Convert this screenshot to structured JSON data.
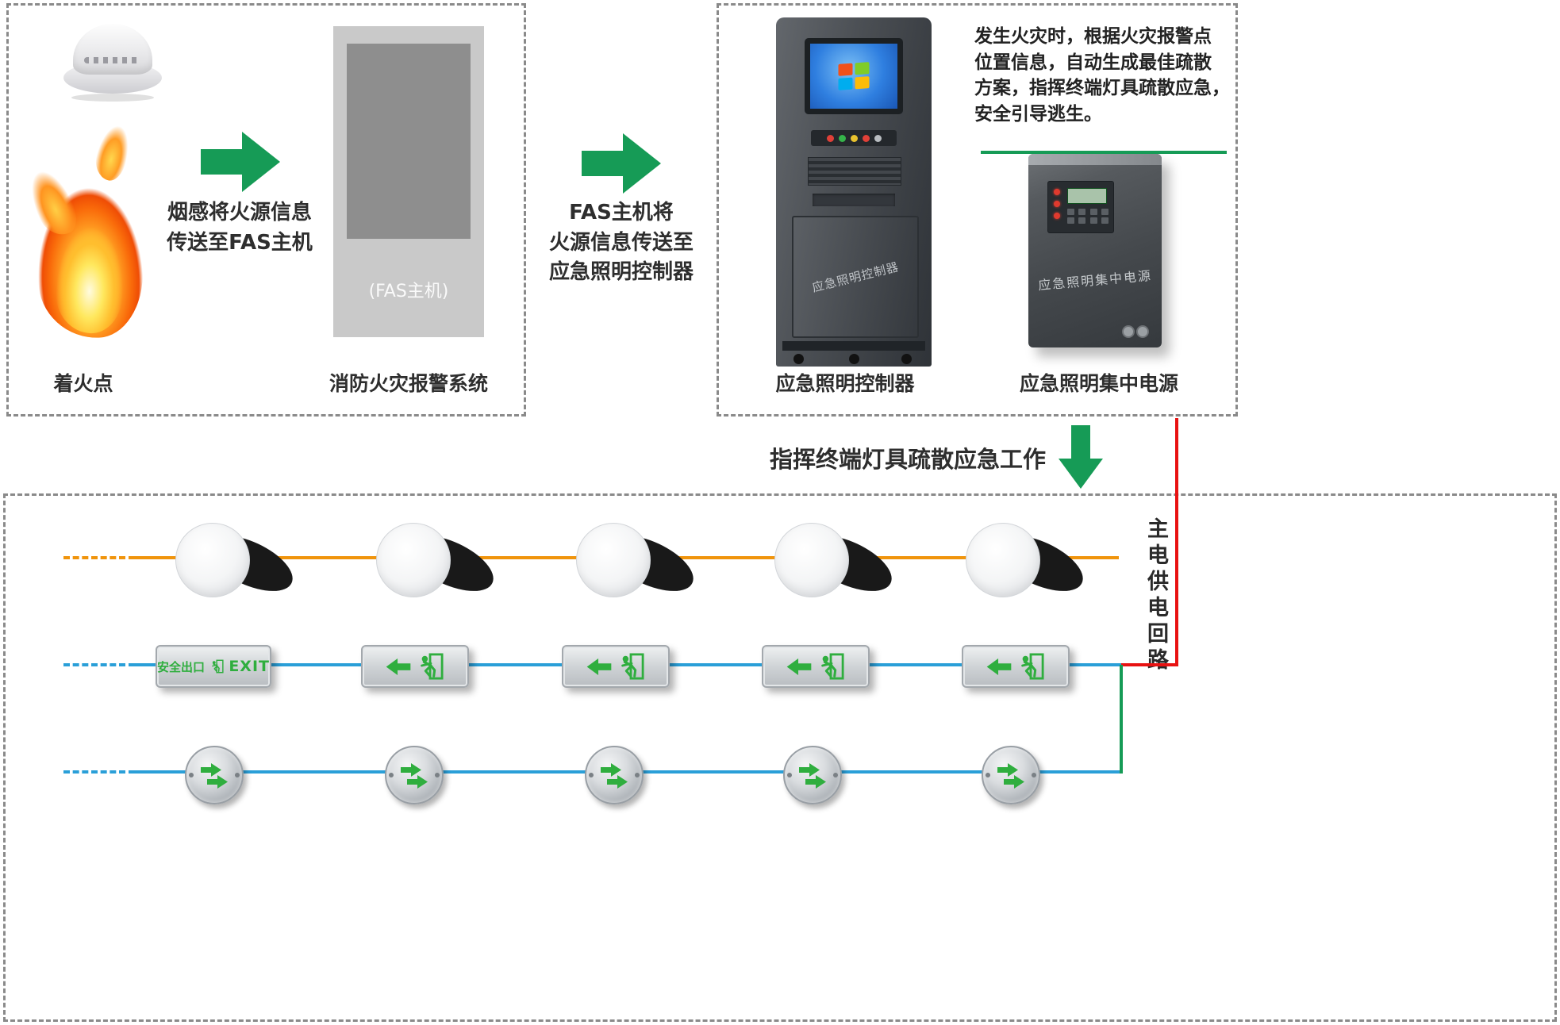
{
  "stage_fire": {
    "fire_point_label": "着火点",
    "caption": "烟感将火源信息\n传送至FAS主机",
    "fas_host_tag": "(FAS主机)",
    "system_label": "消防火灾报警系统"
  },
  "flow": {
    "caption": "FAS主机将\n火源信息传送至\n应急照明控制器",
    "command_caption": "指挥终端灯具疏散应急工作"
  },
  "stage_control": {
    "description": "发生火灾时，根据火灾报警点\n位置信息，自动生成最佳疏散\n方案，指挥终端灯具疏散应急，\n安全引导逃生。",
    "controller_device_text": "应急照明控制器",
    "controller_label": "应急照明控制器",
    "power_device_text": "应急照明集中电源",
    "power_label": "应急照明集中电源"
  },
  "terminal": {
    "exit_sign_cn": "安全出口",
    "exit_sign_en": "EXIT",
    "main_power_label": "主电供电回路"
  },
  "colors": {
    "green": "#169b56",
    "sign_green": "#2fae3e",
    "orange": "#f0940c",
    "blue": "#2a9fd8",
    "red": "#e81212"
  }
}
